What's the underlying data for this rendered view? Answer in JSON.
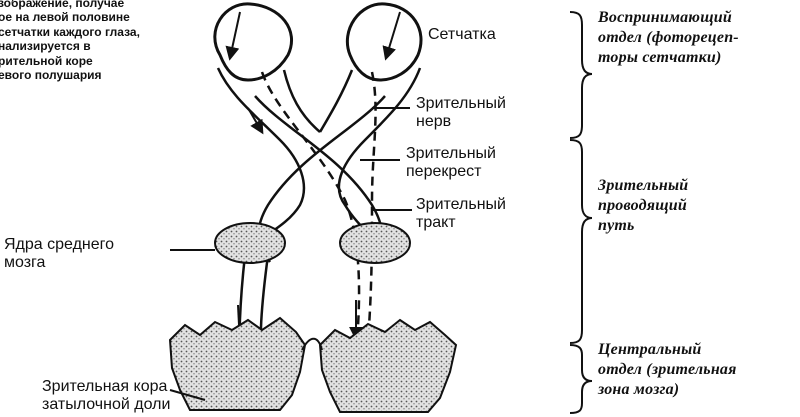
{
  "caption_note": "зображение, получае\nое на левой половине\nсетчатки каждого глаза,\nнализируется в\nрительной коре\nевого полушария",
  "labels": {
    "retina": "Сетчатка",
    "optic_nerve": "Зрительный\nнерв",
    "chiasm": "Зрительный\nперекрест",
    "optic_tract": "Зрительный\nтракт",
    "midbrain_nuclei": "Ядра среднего\nмозга",
    "visual_cortex": "Зрительная кора\nзатылочной доли"
  },
  "functional_divisions": [
    {
      "text": "Воспринимающий\nотдел (фоторецеп-\nторы сетчатки)"
    },
    {
      "text": "Зрительный\nпроводящий\nпуть"
    },
    {
      "text": "Центральный\nотдел (зрительная\nзона мозга)"
    }
  ],
  "colors": {
    "ink": "#111111",
    "fill": "#d6d6d6",
    "background": "#ffffff"
  }
}
